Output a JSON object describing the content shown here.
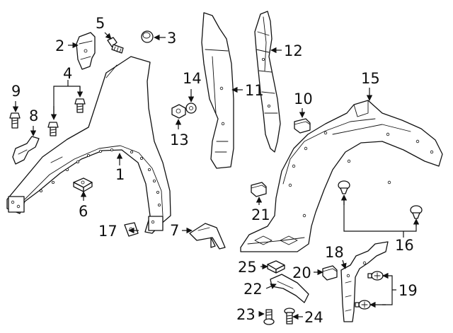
{
  "diagram": {
    "callouts": [
      {
        "id": "1",
        "text": "1"
      },
      {
        "id": "2",
        "text": "2"
      },
      {
        "id": "3",
        "text": "3"
      },
      {
        "id": "4",
        "text": "4"
      },
      {
        "id": "5",
        "text": "5"
      },
      {
        "id": "6",
        "text": "6"
      },
      {
        "id": "7",
        "text": "7"
      },
      {
        "id": "8",
        "text": "8"
      },
      {
        "id": "9",
        "text": "9"
      },
      {
        "id": "10",
        "text": "10"
      },
      {
        "id": "11",
        "text": "11"
      },
      {
        "id": "12",
        "text": "12"
      },
      {
        "id": "13",
        "text": "13"
      },
      {
        "id": "14",
        "text": "14"
      },
      {
        "id": "15",
        "text": "15"
      },
      {
        "id": "16",
        "text": "16"
      },
      {
        "id": "17",
        "text": "17"
      },
      {
        "id": "18",
        "text": "18"
      },
      {
        "id": "19",
        "text": "19"
      },
      {
        "id": "20",
        "text": "20"
      },
      {
        "id": "21",
        "text": "21"
      },
      {
        "id": "22",
        "text": "22"
      },
      {
        "id": "23",
        "text": "23"
      },
      {
        "id": "24",
        "text": "24"
      },
      {
        "id": "25",
        "text": "25"
      }
    ],
    "colors": {
      "ink": "#111111",
      "background": "#ffffff"
    }
  }
}
